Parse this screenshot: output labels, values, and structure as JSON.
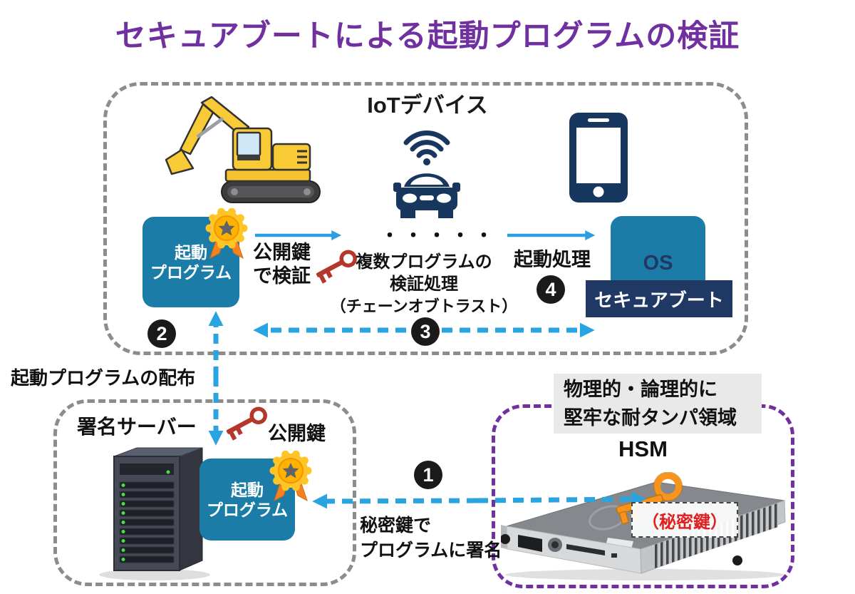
{
  "title": "セキュアブートによる起動プログラムの検証",
  "colors": {
    "accent_purple": "#7030A0",
    "teal_box": "#1B7DA7",
    "navy": "#1F3864",
    "solid_arrow_blue": "#2D9EE0",
    "dashed_arrow_blue": "#29A4E0",
    "dashed_gray": "#8C8C8C",
    "private_key_red": "#E02020"
  },
  "iot": {
    "label": "IoTデバイス"
  },
  "boot_program": {
    "line1": "起動",
    "line2": "プログラム"
  },
  "flow": {
    "verify_line1": "公開鍵",
    "verify_line2": "で検証",
    "dots": "・・・・・",
    "multi_line1": "複数プログラムの",
    "multi_line2": "検証処理",
    "multi_line3": "（チェーンオブトラスト）",
    "boot_process": "起動処理"
  },
  "os": {
    "label": "OS",
    "secure_boot": "セキュアブート"
  },
  "steps": {
    "one": "1",
    "two": "2",
    "three": "3",
    "four": "4"
  },
  "distribution_label": "起動プログラムの配布",
  "signing_server": {
    "label": "署名サーバー",
    "public_key": "公開鍵",
    "sign_line1": "秘密鍵で",
    "sign_line2": "プログラムに署名"
  },
  "hsm": {
    "tamper_line1": "物理的・論理的に",
    "tamper_line2": "堅牢な耐タンパ領域",
    "label": "HSM",
    "private_key": "（秘密鍵）"
  }
}
